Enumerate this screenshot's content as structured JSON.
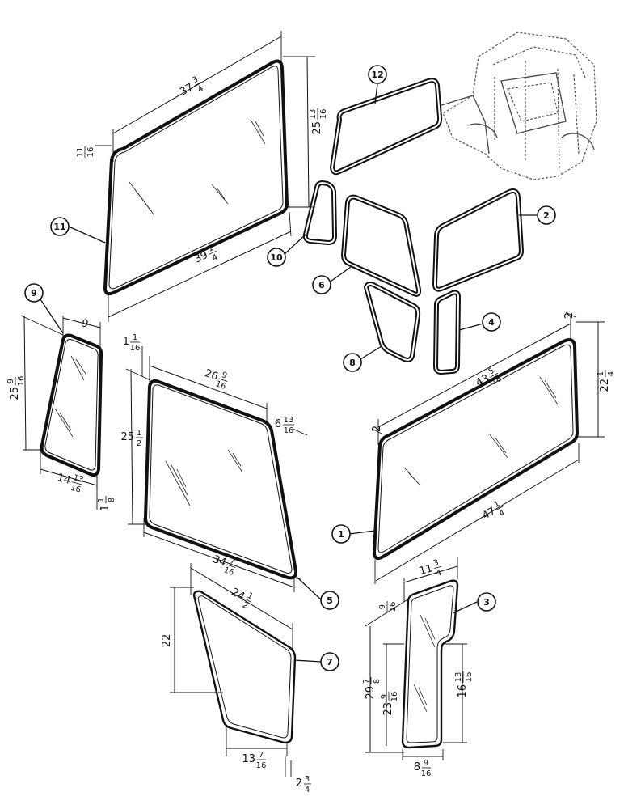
{
  "callouts": [
    {
      "id": "1",
      "label": "1"
    },
    {
      "id": "2",
      "label": "2"
    },
    {
      "id": "3",
      "label": "3"
    },
    {
      "id": "4",
      "label": "4"
    },
    {
      "id": "5",
      "label": "5"
    },
    {
      "id": "6",
      "label": "6"
    },
    {
      "id": "7",
      "label": "7"
    },
    {
      "id": "8",
      "label": "8"
    },
    {
      "id": "9",
      "label": "9"
    },
    {
      "id": "10",
      "label": "10"
    },
    {
      "id": "11",
      "label": "11"
    },
    {
      "id": "12",
      "label": "12"
    }
  ],
  "dimensions": {
    "p11_top": {
      "whole": "37",
      "num": "3",
      "den": "4"
    },
    "p11_right": {
      "whole": "25",
      "num": "13",
      "den": "16"
    },
    "p11_left": {
      "whole": "",
      "num": "11",
      "den": "16"
    },
    "p11_bottom": {
      "whole": "39",
      "num": "1",
      "den": "4"
    },
    "p9_top": {
      "whole": "9",
      "num": "",
      "den": ""
    },
    "p9_left": {
      "whole": "25",
      "num": "9",
      "den": "16"
    },
    "p9_bottom": {
      "whole": "14",
      "num": "13",
      "den": "16"
    },
    "p9_corner": {
      "whole": "1",
      "num": "1",
      "den": "8"
    },
    "p5_corner": {
      "whole": "1",
      "num": "1",
      "den": "16"
    },
    "p5_top": {
      "whole": "26",
      "num": "9",
      "den": "16"
    },
    "p5_right": {
      "whole": "6",
      "num": "13",
      "den": "16"
    },
    "p5_left": {
      "whole": "25",
      "num": "1",
      "den": "2"
    },
    "p5_bottom": {
      "whole": "34",
      "num": "7",
      "den": "16"
    },
    "p1_top": {
      "whole": "43",
      "num": "5",
      "den": "16"
    },
    "p1_corner_r": {
      "whole": "2",
      "num": "",
      "den": ""
    },
    "p1_corner_l": {
      "whole": "2",
      "num": "",
      "den": ""
    },
    "p1_right": {
      "whole": "22",
      "num": "1",
      "den": "4"
    },
    "p1_bottom": {
      "whole": "47",
      "num": "1",
      "den": "4"
    },
    "p7_top": {
      "whole": "24",
      "num": "1",
      "den": "2"
    },
    "p7_left": {
      "whole": "22",
      "num": "",
      "den": ""
    },
    "p7_bottom": {
      "whole": "13",
      "num": "7",
      "den": "16"
    },
    "p7_corner": {
      "whole": "2",
      "num": "3",
      "den": "4"
    },
    "p3_top": {
      "whole": "11",
      "num": "3",
      "den": "4"
    },
    "p3_topleft": {
      "whole": "",
      "num": "9",
      "den": "16"
    },
    "p3_left_outer": {
      "whole": "29",
      "num": "7",
      "den": "8"
    },
    "p3_left_inner": {
      "whole": "23",
      "num": "9",
      "den": "16"
    },
    "p3_right": {
      "whole": "16",
      "num": "13",
      "den": "16"
    },
    "p3_bottom": {
      "whole": "8",
      "num": "9",
      "den": "16"
    }
  }
}
